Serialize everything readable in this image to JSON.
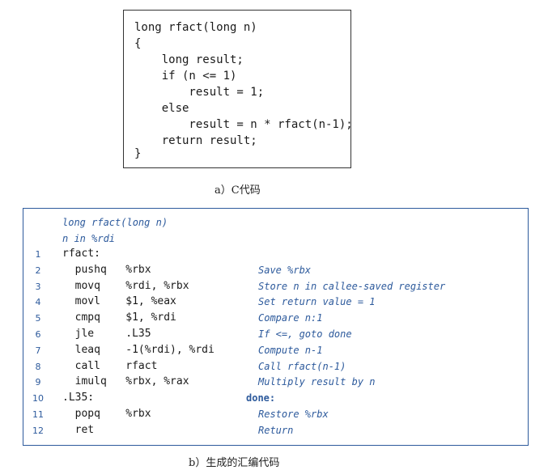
{
  "c_code": {
    "lines": [
      "long rfact(long n)",
      "{",
      "    long result;",
      "    if (n <= 1)",
      "        result = 1;",
      "    else",
      "        result = n * rfact(n-1);",
      "    return result;",
      "}"
    ],
    "caption": "a）C代码"
  },
  "asm": {
    "header": [
      "long rfact(long n)",
      "n in %rdi"
    ],
    "rows": [
      {
        "num": "1",
        "code": "rfact:",
        "comment": ""
      },
      {
        "num": "2",
        "code": "  pushq   %rbx",
        "comment": "Save %rbx"
      },
      {
        "num": "3",
        "code": "  movq    %rdi, %rbx",
        "comment": "Store n in callee-saved register"
      },
      {
        "num": "4",
        "code": "  movl    $1, %eax",
        "comment": "Set return value = 1"
      },
      {
        "num": "5",
        "code": "  cmpq    $1, %rdi",
        "comment": "Compare n:1"
      },
      {
        "num": "6",
        "code": "  jle     .L35",
        "comment": "If <=, goto done"
      },
      {
        "num": "7",
        "code": "  leaq    -1(%rdi), %rdi",
        "comment": "Compute n-1"
      },
      {
        "num": "8",
        "code": "  call    rfact",
        "comment": "Call rfact(n-1)"
      },
      {
        "num": "9",
        "code": "  imulq   %rbx, %rax",
        "comment": "Multiply result by n"
      },
      {
        "num": "10",
        "code": ".L35:",
        "comment": "done:"
      },
      {
        "num": "11",
        "code": "  popq    %rbx",
        "comment": "Restore %rbx"
      },
      {
        "num": "12",
        "code": "  ret",
        "comment": "Return"
      }
    ],
    "caption": "b）生成的汇编代码"
  },
  "colors": {
    "accent": "#2d5a9c",
    "text": "#1a1a1a",
    "border": "#333333"
  }
}
